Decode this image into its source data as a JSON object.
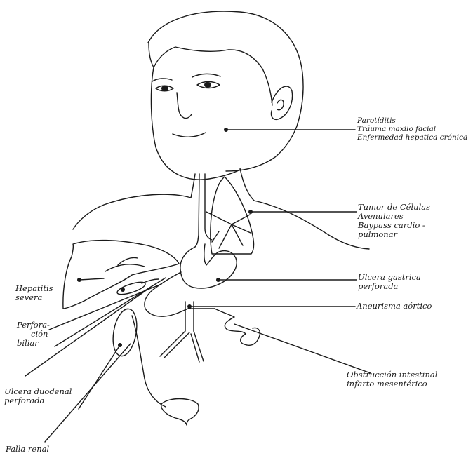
{
  "colors": {
    "ink": "#1a1a1a",
    "background": "#ffffff"
  },
  "labels": {
    "parotiditis": {
      "lines": [
        "Parotíditis",
        "Tráuma maxilo facial",
        "Enfermedad hepatica crónica"
      ]
    },
    "tumor": {
      "lines": [
        "Tumor de Células",
        "Avenulares",
        "Baypass cardio -",
        "pulmonar"
      ]
    },
    "ulcera_gastrica": {
      "lines": [
        "Ulcera gastrica",
        "perforada"
      ]
    },
    "aneurisma": {
      "lines": [
        "Aneurisma aórtico"
      ]
    },
    "obstruccion": {
      "lines": [
        "Obstrucción intestinal",
        "infarto mesentérico"
      ]
    },
    "hepatitis": {
      "lines": [
        "Hepatitis",
        "severa"
      ]
    },
    "perforacion": {
      "lines": [
        "Perfora-",
        "ción",
        "biliar"
      ]
    },
    "ulcera_duodenal": {
      "lines": [
        "Ulcera duodenal",
        "perforada"
      ]
    },
    "falla_renal": {
      "lines": [
        "Falla renal"
      ]
    }
  }
}
